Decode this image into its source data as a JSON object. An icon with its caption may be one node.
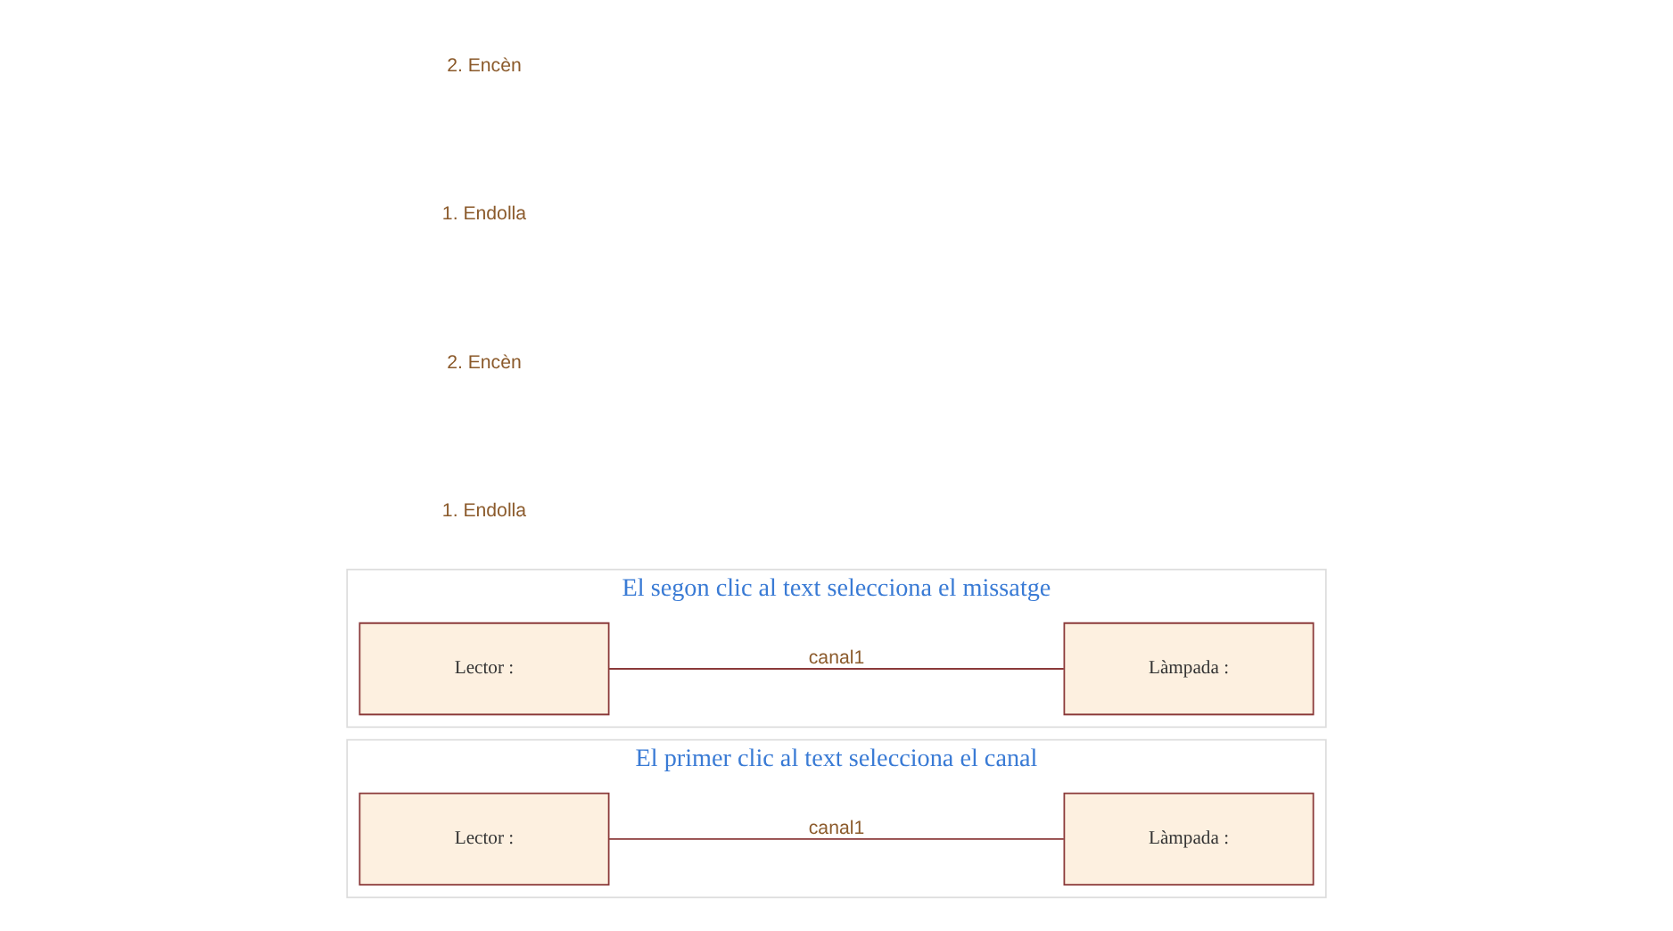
{
  "diagram": {
    "nodes": [
      {
        "text": [
          "El primer clic al text selecciona el canal"
        ]
      },
      {
        "text": [
          "Lector :"
        ],
        "in": 0
      },
      {
        "text": [
          "Làmpada :"
        ],
        "in": 0
      },
      {
        "text": [
          "El segon clic al text selecciona el missatge"
        ]
      },
      {
        "text": [
          "Lector :"
        ],
        "in": 3
      },
      {
        "text": [
          "Làmpada :"
        ],
        "in": 3
      }
    ],
    "edges": [
      {
        "from": 1,
        "to": 2,
        "arrow": "none",
        "label": "canal1"
      },
      {
        "from": 4,
        "to": 5,
        "arrow": "none",
        "label": "canal1"
      }
    ],
    "labels": [
      "1. Endolla",
      "2. Encèn",
      "1. Endolla",
      "2. Encèn"
    ]
  }
}
